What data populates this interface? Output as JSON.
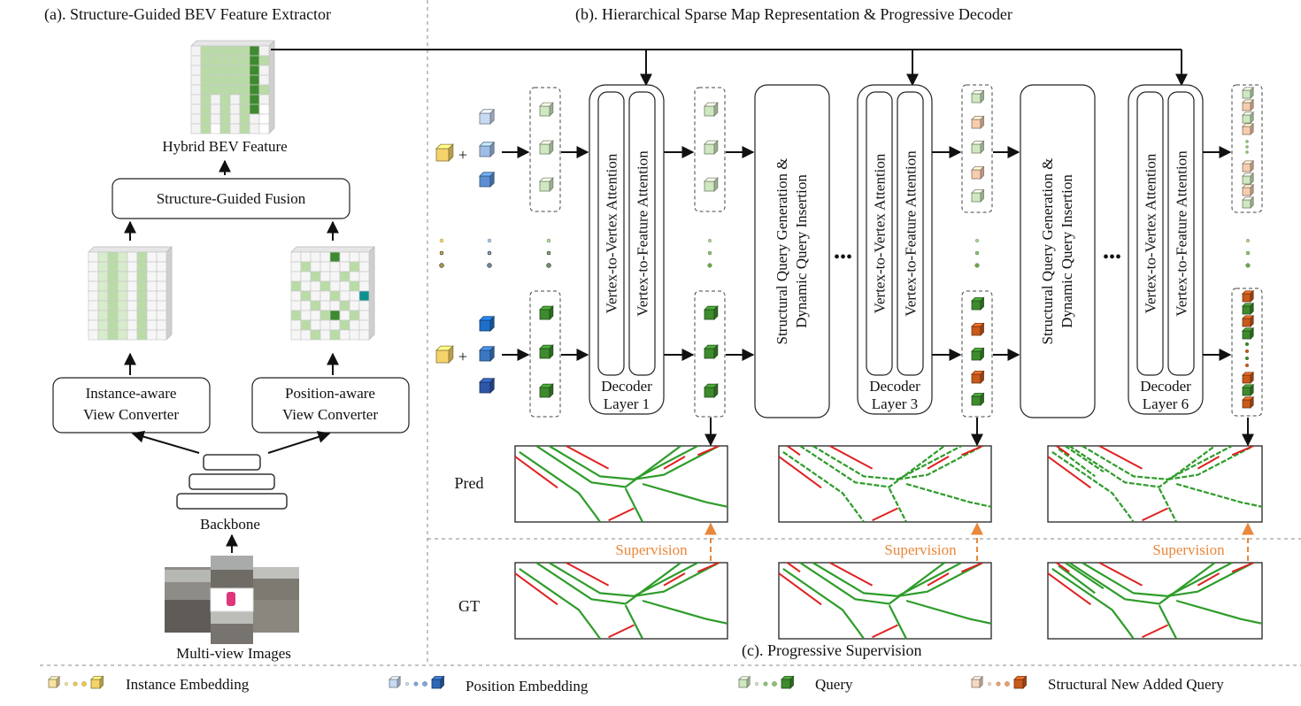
{
  "sections": {
    "a_title": "(a). Structure-Guided BEV Feature Extractor",
    "b_title": "(b). Hierarchical Sparse Map Representation & Progressive Decoder",
    "c_title": "(c). Progressive Supervision"
  },
  "extractor": {
    "hybrid_label": "Hybrid BEV Feature",
    "fusion_label": "Structure-Guided Fusion",
    "instance_converter": [
      "Instance-aware",
      "View Converter"
    ],
    "position_converter": [
      "Position-aware",
      "View Converter"
    ],
    "backbone_label": "Backbone",
    "images_label": "Multi-view Images"
  },
  "decoder": {
    "v2v": "Vertex-to-Vertex Attention",
    "v2f": "Vertex-to-Feature Attention",
    "layers": [
      {
        "line1": "Decoder",
        "line2": "Layer 1"
      },
      {
        "line1": "Decoder",
        "line2": "Layer 3"
      },
      {
        "line1": "Decoder",
        "line2": "Layer 6"
      }
    ],
    "sq_line1": "Structural Query Generation  &",
    "sq_line2": "Dynamic Query Insertion",
    "plus": "+",
    "ellipsis": "•••"
  },
  "supervision": {
    "pred_label": "Pred",
    "gt_label": "GT",
    "arrow_label": "Supervision"
  },
  "legend": {
    "instance": "Instance Embedding",
    "position": "Position Embedding",
    "query": "Query",
    "structural": "Structural New Added Query"
  },
  "colors": {
    "instance_yellow": "#f5d36b",
    "position_blue": "#3b78c2",
    "query_green": "#3d8b2e",
    "structural_orange": "#c85a1c",
    "supervision_orange": "#e9873a",
    "map_green": "#2e9c2a",
    "map_red": "#e02020",
    "grid_green": "#b9dca6",
    "grid_teal": "#0f8f8f"
  }
}
